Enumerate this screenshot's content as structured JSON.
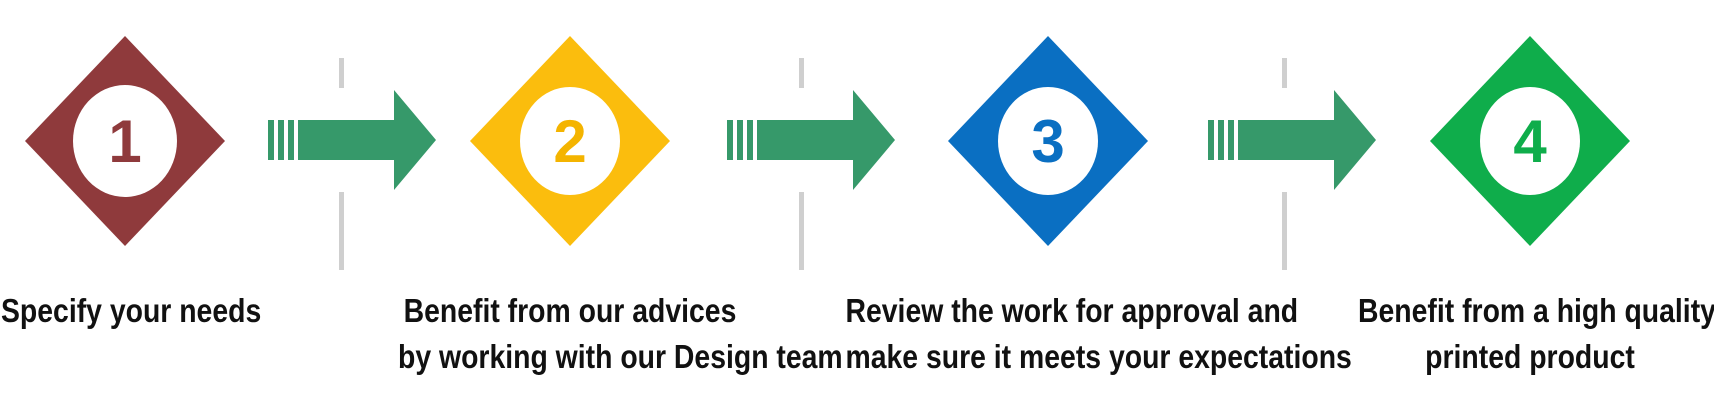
{
  "steps": [
    {
      "number": "1",
      "caption_lines": [
        "Specify your needs"
      ],
      "color": "#8f3a3c",
      "text_color": "#8f3a3c"
    },
    {
      "number": "2",
      "caption_lines": [
        "Benefit from our advices",
        "by working with our Design team"
      ],
      "color": "#fbbd0d",
      "text_color": "#f4b400"
    },
    {
      "number": "3",
      "caption_lines": [
        "Review the work for approval and",
        "make sure it meets your expectations"
      ],
      "color": "#0a6fc2",
      "text_color": "#0a6fc2"
    },
    {
      "number": "4",
      "caption_lines": [
        "Benefit from a high quality",
        "printed product"
      ],
      "color": "#0fad4b",
      "text_color": "#0fad4b"
    }
  ],
  "arrow_color": "#36996a",
  "divider_color": "#cfcfcf"
}
